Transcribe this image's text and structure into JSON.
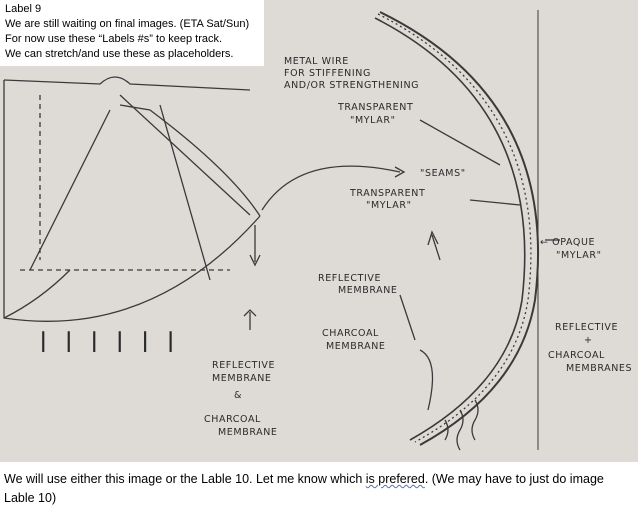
{
  "note": {
    "lines": [
      "Label 9",
      "We are still waiting on final images. (ETA Sat/Sun)",
      "For now use these “Labels #s” to keep track.",
      "We can stretch/and use these as placeholders."
    ]
  },
  "sketch": {
    "labels": {
      "metal_wire_1": "METAL WIRE",
      "metal_wire_2": "FOR STIFFENING",
      "metal_wire_3": "AND/OR STRENGTHENING",
      "transparent_top_1": "TRANSPARENT",
      "transparent_top_2": "\"MYLAR\"",
      "seams": "\"SEAMS\"",
      "transparent_mid_1": "TRANSPARENT",
      "transparent_mid_2": "\"MYLAR\"",
      "opaque_1": "← OPAQUE",
      "opaque_2": "\"MYLAR\"",
      "reflective_mid_1": "REFLECTIVE",
      "reflective_mid_2": "MEMBRANE",
      "charcoal_mid_1": "CHARCOAL",
      "charcoal_mid_2": "MEMBRANE",
      "reflective_right_1": "REFLECTIVE",
      "reflective_right_2": "+",
      "reflective_right_3": "CHARCOAL",
      "reflective_right_4": "MEMBRANES",
      "reflective_bottom_1": "REFLECTIVE",
      "reflective_bottom_2": "MEMBRANE",
      "reflective_bottom_3": "&",
      "reflective_bottom_4": "CHARCOAL",
      "reflective_bottom_5": "MEMBRANE",
      "heat_marks": "ꟾ ꟾ ꟾ ꟾ ꟾ ꟾ"
    }
  },
  "caption": {
    "text_before": "We will use either this image or the Lable 10. Let me know which ",
    "text_underlined": "is prefered",
    "text_after": ". (We may have to just do image Lable 10)"
  }
}
